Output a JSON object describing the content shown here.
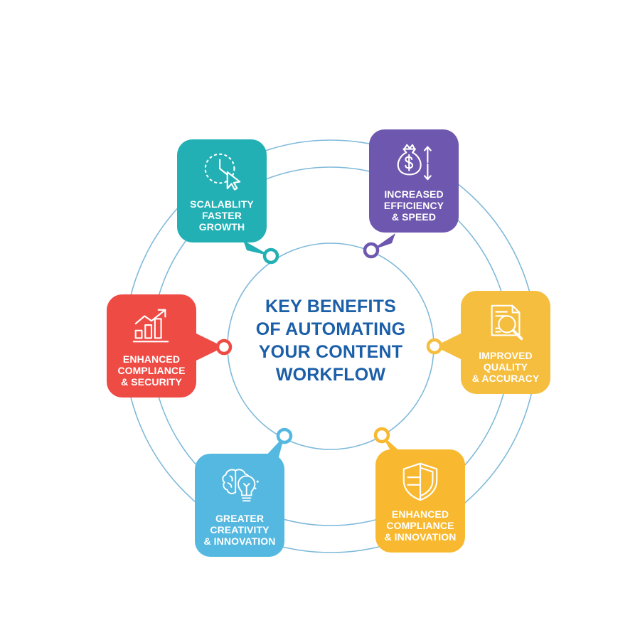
{
  "center": {
    "lines": [
      "Key Benefits",
      "of Automating",
      "Your Content",
      "Workflow"
    ],
    "color": "#1B5FA8"
  },
  "theme": {
    "background": "#FFFFFF",
    "ring_stroke": "#7FB9DA",
    "center_text": "#1B5FA8"
  },
  "nodes": [
    {
      "id": "scalability",
      "icon": "clock-cursor-icon",
      "color": "#22B0B5",
      "lines": [
        "Scalablity",
        "Faster",
        "Growth"
      ],
      "position": "top-left"
    },
    {
      "id": "efficiency",
      "icon": "money-bag-arrows-icon",
      "color": "#6E57AE",
      "lines": [
        "Increased",
        "Efficiency",
        "& Speed"
      ],
      "position": "top-right"
    },
    {
      "id": "quality",
      "icon": "document-magnifier-icon",
      "color": "#F5BE3E",
      "lines": [
        "Improved",
        "Quality",
        "& Accuracy"
      ],
      "position": "right"
    },
    {
      "id": "compliance-innovation",
      "icon": "shield-icon",
      "color": "#F8B930",
      "lines": [
        "Enhanced",
        "Compliance",
        "& Innovation"
      ],
      "position": "bottom-right"
    },
    {
      "id": "creativity",
      "icon": "brain-lightbulb-icon",
      "color": "#55B8E0",
      "lines": [
        "Greater",
        "Creativity",
        "& Innovation"
      ],
      "position": "bottom-left"
    },
    {
      "id": "compliance-security",
      "icon": "growth-chart-icon",
      "color": "#EE4B45",
      "lines": [
        "Enhanced",
        "Compliance",
        "& Security"
      ],
      "position": "left"
    }
  ],
  "chart_data": {
    "type": "diagram",
    "title": "Key Benefits of Automating Your Content Workflow",
    "layout": "radial-hub-and-spoke",
    "rings": 3,
    "node_count": 6,
    "categories": [
      "Scalablity Faster Growth",
      "Increased Efficiency & Speed",
      "Improved Quality & Accuracy",
      "Enhanced Compliance & Innovation",
      "Greater Creativity & Innovation",
      "Enhanced Compliance & Security"
    ]
  }
}
